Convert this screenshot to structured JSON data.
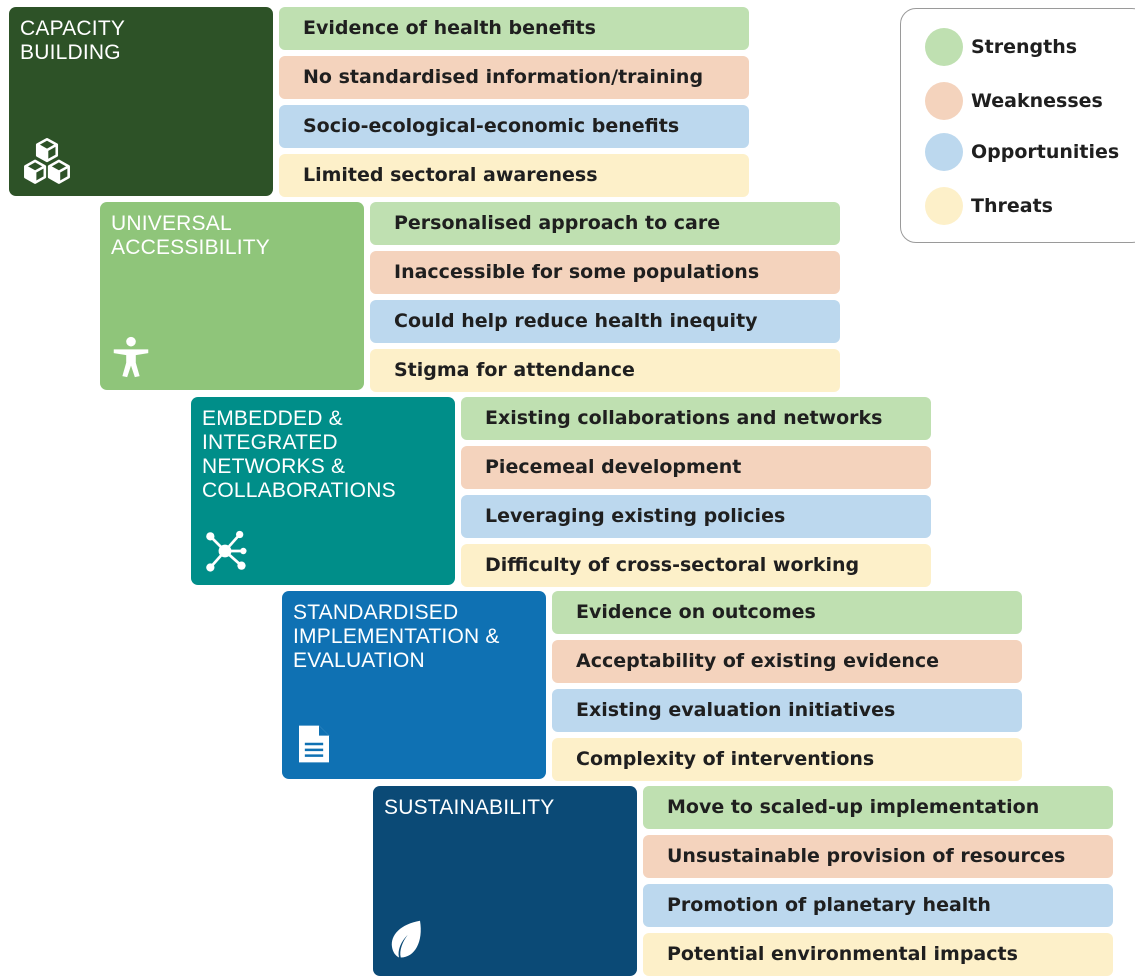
{
  "colors": {
    "strengths": "#bfe0b1",
    "weaknesses": "#f4d3bd",
    "opportunities": "#bcd8ee",
    "threats": "#fdf0c9"
  },
  "legend": [
    {
      "label": "Strengths",
      "color": "#bfe0b1"
    },
    {
      "label": "Weaknesses",
      "color": "#f4d3bd"
    },
    {
      "label": "Opportunities",
      "color": "#bcd8ee"
    },
    {
      "label": "Threats",
      "color": "#fdf0c9"
    }
  ],
  "themes": [
    {
      "title": "CAPACITY BUILDING",
      "color": "#2d5227",
      "icon": "cubes-icon",
      "strength": "Evidence of health benefits",
      "weakness": "No standardised information/training",
      "opportunity": "Socio-ecological-economic benefits",
      "threat": "Limited sectoral awareness"
    },
    {
      "title": "UNIVERSAL ACCESSIBILITY",
      "color": "#8fc57a",
      "icon": "accessibility-icon",
      "strength": "Personalised approach to care",
      "weakness": "Inaccessible for some populations",
      "opportunity": "Could help reduce health inequity",
      "threat": "Stigma for attendance"
    },
    {
      "title": "EMBEDDED & INTEGRATED NETWORKS & COLLABORATIONS",
      "color": "#008e89",
      "icon": "network-icon",
      "strength": "Existing collaborations and networks",
      "weakness": "Piecemeal development",
      "opportunity": "Leveraging existing policies",
      "threat": "Difficulty of cross-sectoral working"
    },
    {
      "title": "STANDARDISED IMPLEMENTATION & EVALUATION",
      "color": "#0f71b3",
      "icon": "document-icon",
      "strength": "Evidence on outcomes",
      "weakness": "Acceptability of existing evidence",
      "opportunity": "Existing evaluation initiatives",
      "threat": "Complexity of interventions"
    },
    {
      "title": "SUSTAINABILITY",
      "color": "#0b4a76",
      "icon": "leaf-icon",
      "strength": "Move to scaled-up implementation",
      "weakness": "Unsustainable provision of resources",
      "opportunity": "Promotion of planetary health",
      "threat": "Potential environmental impacts"
    }
  ]
}
